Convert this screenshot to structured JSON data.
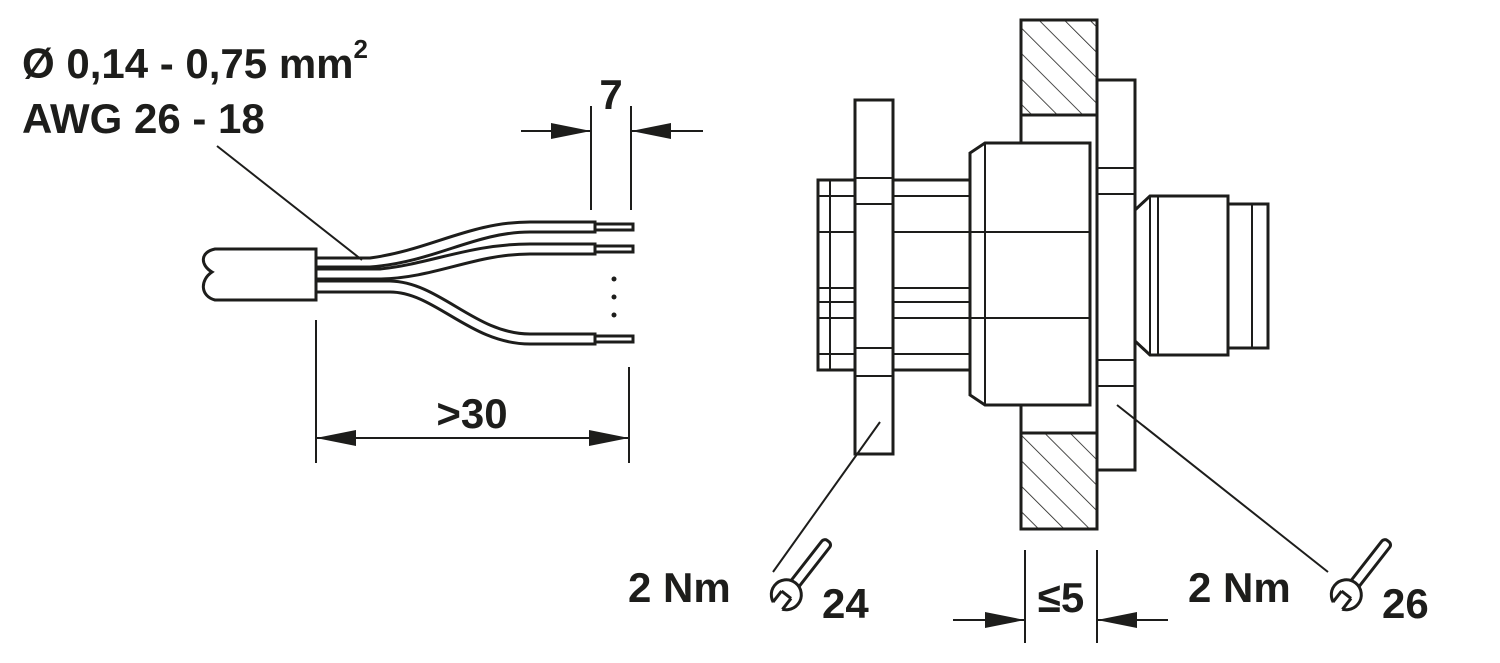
{
  "cable": {
    "diameter_prefix": "Ø 0,14 - 0,75 mm",
    "diameter_sup": "2",
    "awg": "AWG 26 - 18",
    "strip_length": "7",
    "length": ">30"
  },
  "mounting": {
    "left_torque": "2 Nm",
    "left_wrench": "24",
    "right_torque": "2 Nm",
    "right_wrench": "26",
    "panel_thickness": "≤5"
  },
  "colors": {
    "ink": "#1d1d1b",
    "background": "#ffffff"
  }
}
